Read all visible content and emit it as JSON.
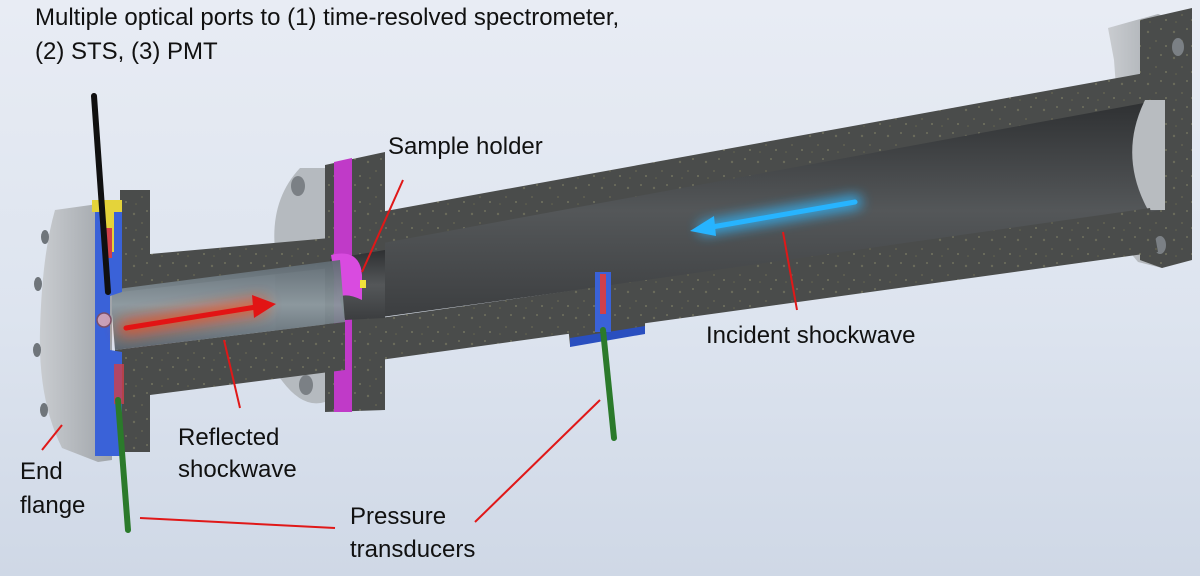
{
  "labels": {
    "ports_line1": "Multiple optical ports to (1) time-resolved spectrometer,",
    "ports_line2": "(2) STS, (3) PMT",
    "sample_holder": "Sample holder",
    "incident_shockwave": "Incident shockwave",
    "reflected_line1": "Reflected",
    "reflected_line2": "shockwave",
    "end_flange_line1": "End",
    "end_flange_line2": "flange",
    "pressure_line1": "Pressure",
    "pressure_line2": "transducers"
  },
  "colors": {
    "background": "#dde4ef",
    "tube_texture": "#4a4c4b",
    "flange_light": "#b8bcc0",
    "magenta_gasket": "#c03ac8",
    "end_insert": "#3a62d8",
    "leader_line": "#e01818",
    "incident_arrow": "#27b4ff",
    "reflected_arrow": "#e21414",
    "fiber": "#101010",
    "transducer_rod": "#2b7a2b"
  }
}
